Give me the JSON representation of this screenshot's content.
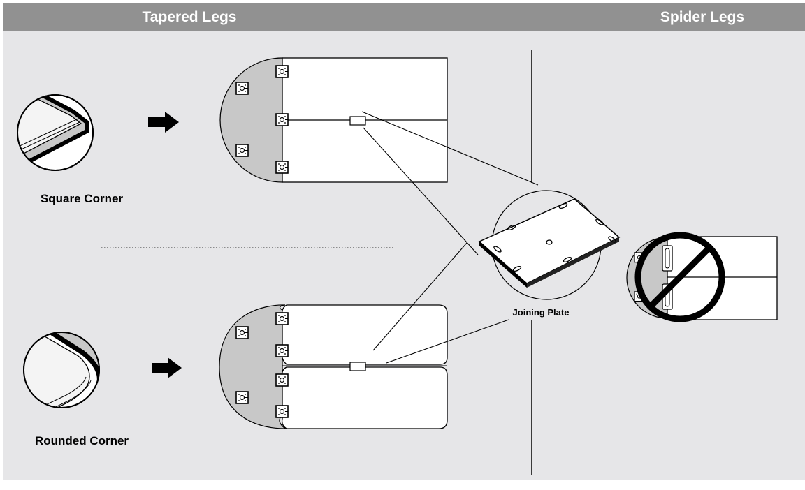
{
  "header": {
    "left_title": "Tapered Legs",
    "right_title": "Spider Legs"
  },
  "labels": {
    "square_corner": "Square Corner",
    "rounded_corner": "Rounded Corner",
    "joining_plate": "Joining Plate"
  },
  "colors": {
    "header_bg": "#919191",
    "panel_bg": "#e6e6e8",
    "shaded_fill": "#c8c8c8",
    "line": "#000000"
  }
}
